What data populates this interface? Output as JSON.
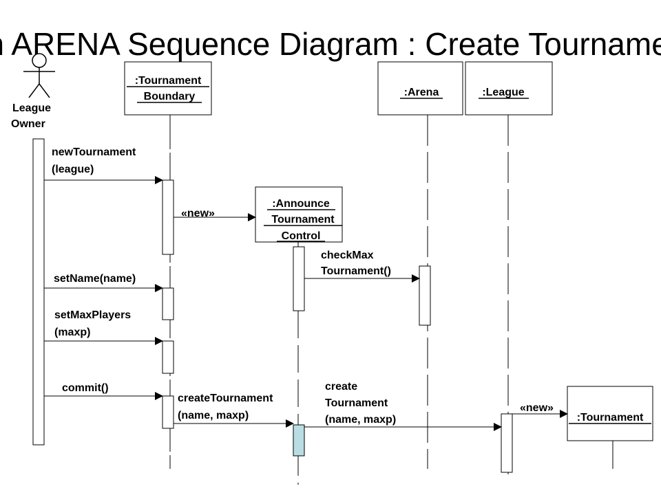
{
  "title": "An ARENA Sequence Diagram : Create Tournament",
  "actor": {
    "label_line1": "League",
    "label_line2": "Owner"
  },
  "objects": {
    "tournament_boundary": {
      "line1": ":Tournament",
      "line2": "Boundary"
    },
    "arena": {
      "line1": ":Arena"
    },
    "league": {
      "line1": ":League"
    },
    "announce_control": {
      "line1": ":Announce",
      "line2": "Tournament",
      "line3": "Control"
    },
    "tournament": {
      "line1": ":Tournament"
    }
  },
  "messages": {
    "new_tournament": {
      "line1": "newTournament",
      "line2": "(league)"
    },
    "new_control": {
      "line1": "«new»"
    },
    "check_max": {
      "line1": "checkMax",
      "line2": "Tournament()"
    },
    "set_name": {
      "line1": "setName(name)"
    },
    "set_max_players": {
      "line1": "setMaxPlayers",
      "line2": "(maxp)"
    },
    "commit": {
      "line1": "commit()"
    },
    "create_tournament_1": {
      "line1": "createTournament",
      "line2": "(name, maxp)"
    },
    "create_tournament_2": {
      "line1": "create",
      "line2": "Tournament",
      "line3": "(name, maxp)"
    },
    "new_tournament_obj": {
      "line1": "«new»"
    }
  },
  "colors": {
    "highlight_activation": "#b9dde3"
  }
}
